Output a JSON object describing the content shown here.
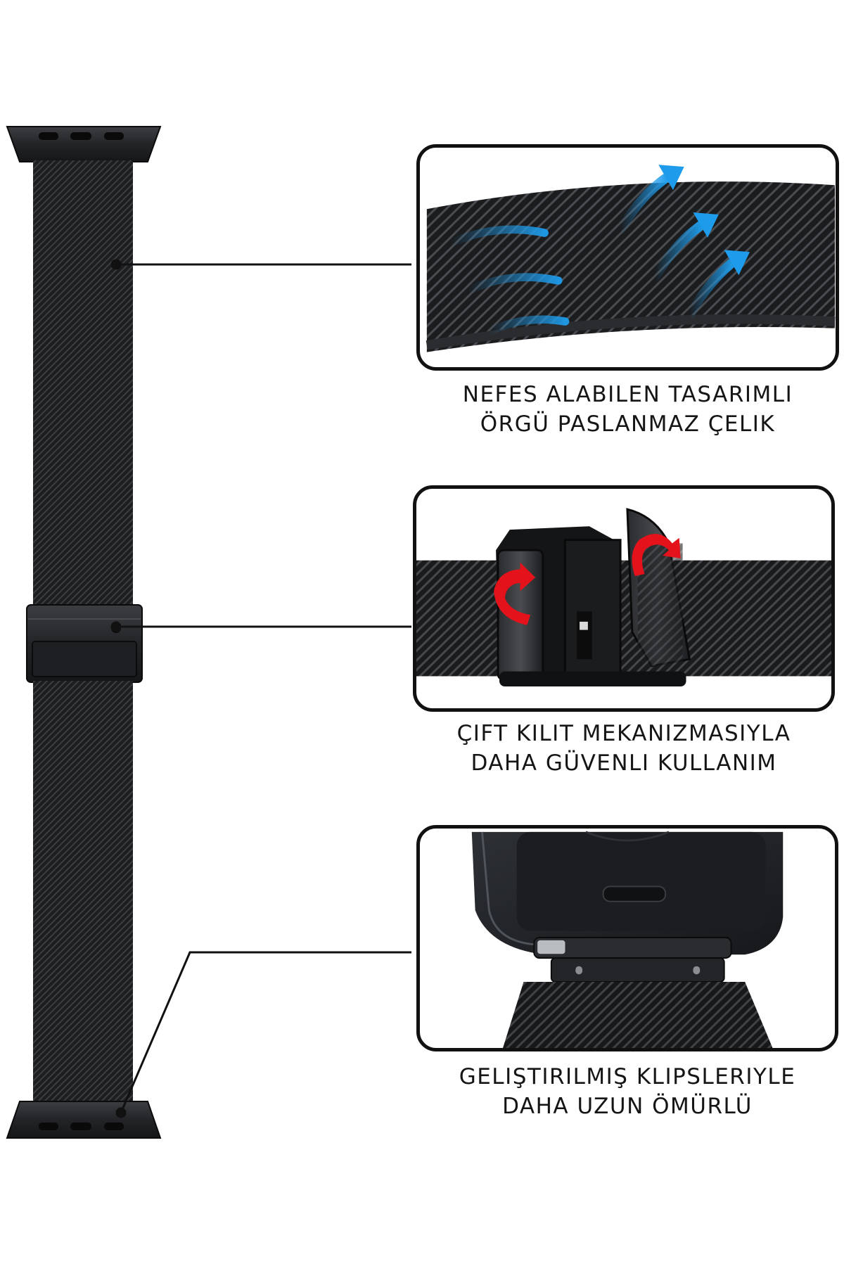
{
  "features": [
    {
      "caption_line1": "NEFES ALABILEN TASARIMLI",
      "caption_line2": "ÖRGÜ PASLANMAZ ÇELIK"
    },
    {
      "caption_line1": "ÇIFT KILIT MEKANIZMASIYLA",
      "caption_line2": "DAHA GÜVENLI KULLANIM"
    },
    {
      "caption_line1": "GELIŞTIRILMIŞ KLIPSLERIYLE",
      "caption_line2": "DAHA UZUN ÖMÜRLÜ"
    }
  ],
  "colors": {
    "band": "#1c1d1f",
    "band_highlight": "#3a3c40",
    "outline": "#111111",
    "airflow_arrow": "#1e9bea",
    "lock_arrow": "#e3121b"
  },
  "icons": [
    "airflow-arrow-icon",
    "curved-arrow-icon"
  ]
}
